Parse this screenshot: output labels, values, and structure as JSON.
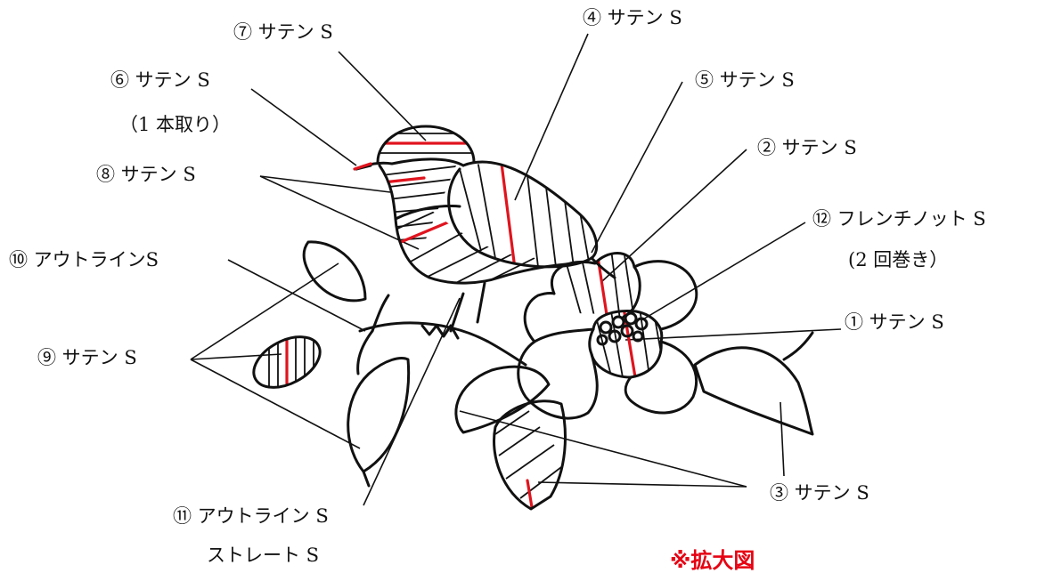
{
  "labels": {
    "l7": "⑦ サテン S",
    "l4": "④ サテン S",
    "l5": "⑤ サテン S",
    "l6a": "⑥ サテン S",
    "l6b": "（1 本取り）",
    "l2": "② サテン S",
    "l8": "⑧ サテン S",
    "l12a": "⑫ フレンチノット S",
    "l12b": "(2 回巻き）",
    "l10": "⑩ アウトラインS",
    "l1": "① サテン S",
    "l9": "⑨ サテン S",
    "l3": "③ サテン S",
    "l11a": "⑪ アウトライン S",
    "l11b": "ストレート S"
  },
  "note": "※拡大図",
  "colors": {
    "outline": "#111111",
    "accent": "#e0141e"
  }
}
